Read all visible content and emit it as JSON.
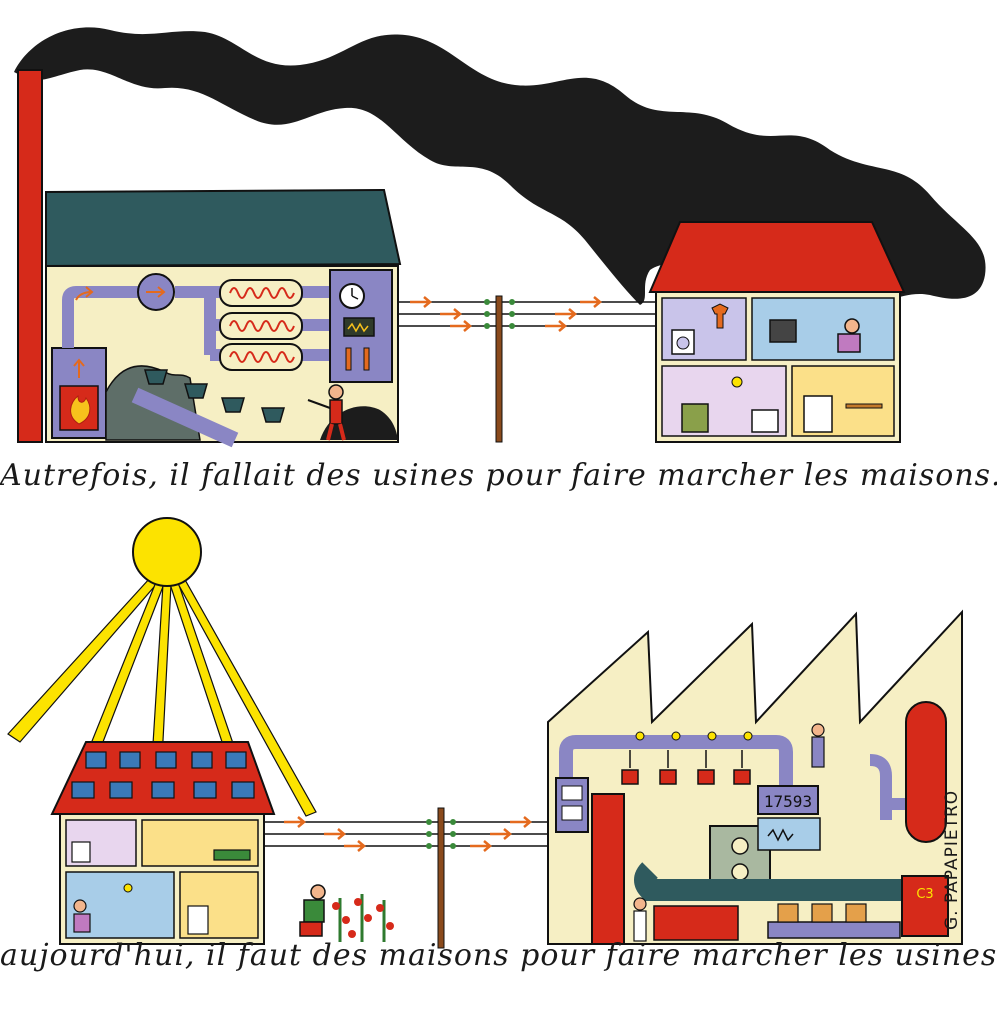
{
  "captions": {
    "top": "Autrefois, il fallait des usines pour faire marcher les maisons.",
    "bottom": "aujourd'hui, il faut des maisons pour faire marcher les usines."
  },
  "signature": "G. PAPAPIETRO",
  "factory_counter": "17593",
  "factory_label": "C3",
  "colors": {
    "smoke": "#1c1c1c",
    "brick_red": "#d62a1a",
    "roof_teal": "#2f5a5e",
    "wall_cream": "#f6efc4",
    "pipe_purple": "#8a86c4",
    "sun_yellow": "#fce300",
    "wire_orange": "#e46a1e",
    "pole_brown": "#8a4a1c",
    "window_blue": "#3a79b8"
  }
}
